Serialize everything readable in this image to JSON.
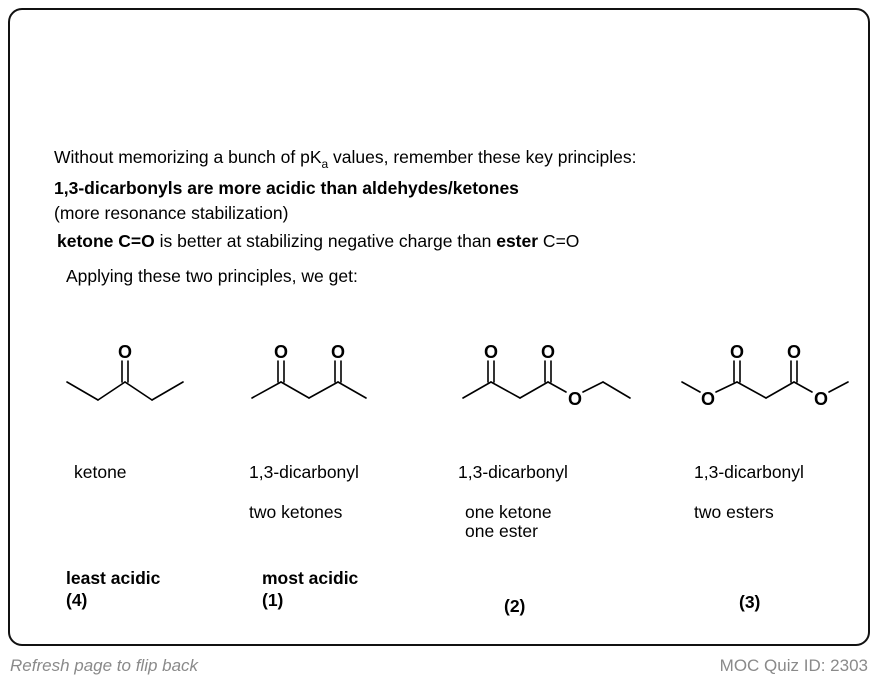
{
  "intro": {
    "line_pre": "Without memorizing a bunch of pK",
    "line_sub": "a",
    "line_post": " values, remember these key principles:"
  },
  "principle1": {
    "bold": "1,3-dicarbonyls are more acidic than aldehydes/ketones",
    "note": "(more resonance stabilization)"
  },
  "principle2": {
    "bold1": "ketone C=O",
    "text1": " is better at stabilizing negative charge than ",
    "bold2": "ester",
    "text2": " C=O"
  },
  "applying": "Applying these two principles, we get:",
  "atoms": {
    "oxygen": "O"
  },
  "compounds": [
    {
      "type": "ketone",
      "desc": "",
      "rank_label": "least acidic",
      "rank": "(4)"
    },
    {
      "type": "1,3-dicarbonyl",
      "desc": "two ketones",
      "rank_label": "most acidic",
      "rank": "(1)"
    },
    {
      "type": "1,3-dicarbonyl",
      "desc_line1": "one ketone",
      "desc_line2": "one ester",
      "rank": "(2)"
    },
    {
      "type": "1,3-dicarbonyl",
      "desc": "two esters",
      "rank": "(3)"
    }
  ],
  "footer": {
    "left": "Refresh page to flip back",
    "right": "MOC Quiz ID: 2303"
  }
}
